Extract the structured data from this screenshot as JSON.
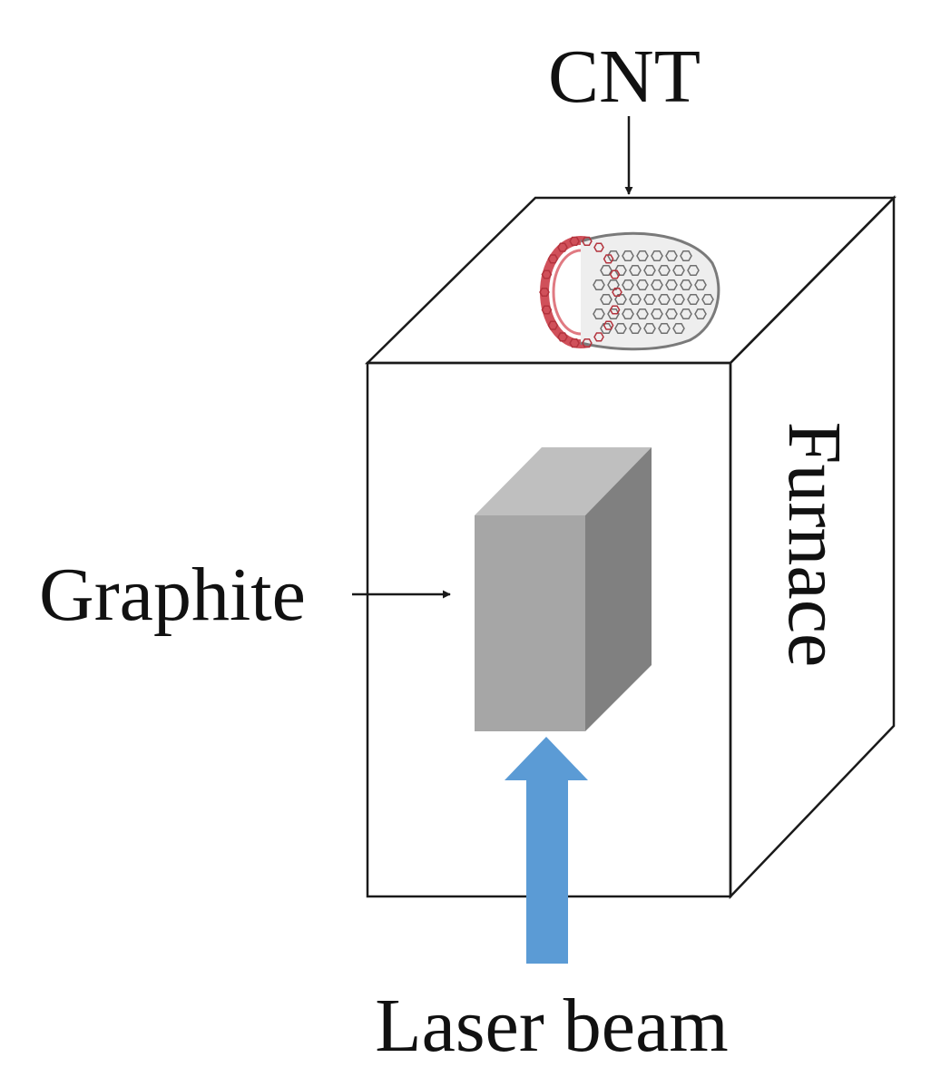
{
  "labels": {
    "cnt": "CNT",
    "graphite": "Graphite",
    "furnace": "Furnace",
    "laser": "Laser beam"
  },
  "colors": {
    "laser_arrow": "#5b9bd5",
    "graphite_front": "#a6a6a6",
    "graphite_top": "#bfbfbf",
    "graphite_side": "#808080",
    "cnt_outer": "#d0505a",
    "cnt_inner": "#8a8a8a",
    "outline": "#1a1a1a"
  },
  "icons": {
    "cnt_structure": "carbon-nanotube-icon",
    "laser": "laser-beam-arrow"
  }
}
